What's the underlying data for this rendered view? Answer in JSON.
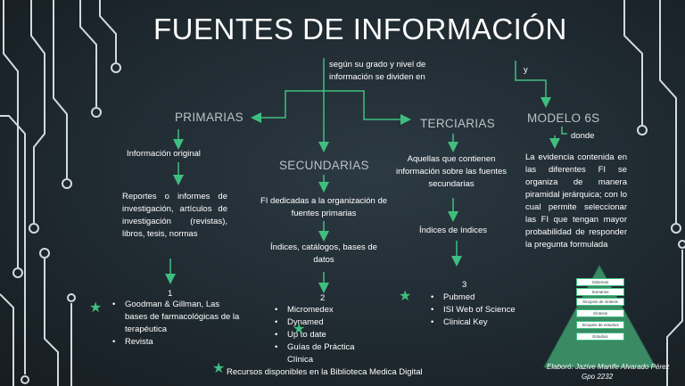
{
  "title": "FUENTES DE INFORMACIÓN",
  "connector": {
    "main": "según su grado y nivel de información se dividen en",
    "y": "y"
  },
  "primarias": {
    "heading": "PRIMARIAS",
    "desc": "Información original",
    "examples": "Reportes o informes de investigación, artículos de investigación (revistas), libros, tesis, normas",
    "number": "1",
    "items": [
      "Goodman & Gillman, Las bases de farmacológicas de la terapéutica",
      "Revista"
    ]
  },
  "secundarias": {
    "heading": "SECUNDARIAS",
    "desc": "FI dedicadas a la organización de fuentes primarias",
    "examples": "Índices, catálogos, bases de datos",
    "number": "2",
    "items": [
      "Micromedex",
      "Dynamed",
      "Up to date",
      "Guías de Práctica Clínica"
    ]
  },
  "terciarias": {
    "heading": "TERCIARIAS",
    "desc": "Aquellas que contienen información sobre las fuentes secundarias",
    "examples": "Índices de índices",
    "number": "3",
    "items": [
      "Pubmed",
      "ISI Web of Science",
      "Clinical Key"
    ]
  },
  "modelo": {
    "heading": "MODELO 6S",
    "donde": "donde",
    "desc": "La evidencia contenida en las diferentes FI se organiza de manera piramidal jerárquica; con lo cual permite seleccionar las FI que tengan mayor probabilidad de responder la pregunta formulada",
    "pyramid": [
      "Sistemas",
      "Sumarios",
      "Sinopsis de síntesis",
      "Síntesis",
      "Sinopsis de estudios",
      "Estudios"
    ]
  },
  "footer": {
    "resources": "Recursos disponibles en la Biblioteca Medica Digital",
    "author": "Elaboró: Jazive Manife Alvarado Pérez",
    "group": "Gpo 2232"
  },
  "colors": {
    "accent": "#3fbf7f",
    "background": "#1e282f",
    "text": "#ffffff"
  },
  "icons": {
    "star": "star-icon"
  }
}
